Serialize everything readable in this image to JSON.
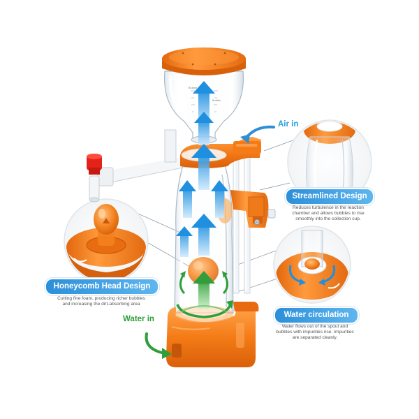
{
  "labels": {
    "air_in": "Air in",
    "water_in": "Water in"
  },
  "callouts": {
    "streamlined": {
      "title": "Streamlined Design",
      "lines": [
        "Reduces turbulence in the reaction",
        "chamber and allows bubbles to rise",
        "smoothly into the collection cup."
      ]
    },
    "honeycomb": {
      "title": "Honeycomb Head Design",
      "lines": [
        "Cutting fine foam, producing richer bubbles",
        "and increasing the dirt-absorbing area"
      ]
    },
    "water_circulation": {
      "title": "Water circulation",
      "lines": [
        "Water flows out of the spout and",
        "bubbles with impurities rise. Impurities",
        "are separated cleanly."
      ]
    }
  },
  "cup_markings": {
    "left": "Bubble",
    "right": "Bubble"
  },
  "colors": {
    "orange": "#f47b16",
    "orange_dark": "#d9600a",
    "blue": "#2f8fd6",
    "label_blue": "#2a9de0",
    "green": "#2f9e3b",
    "pill_start": "#2b8fd9",
    "pill_end": "#5fb6ee"
  },
  "icons": [
    "blue-up-arrow-icon",
    "green-swirl-arrow-icon",
    "water-in-arrow-icon",
    "air-in-arrow-icon"
  ]
}
